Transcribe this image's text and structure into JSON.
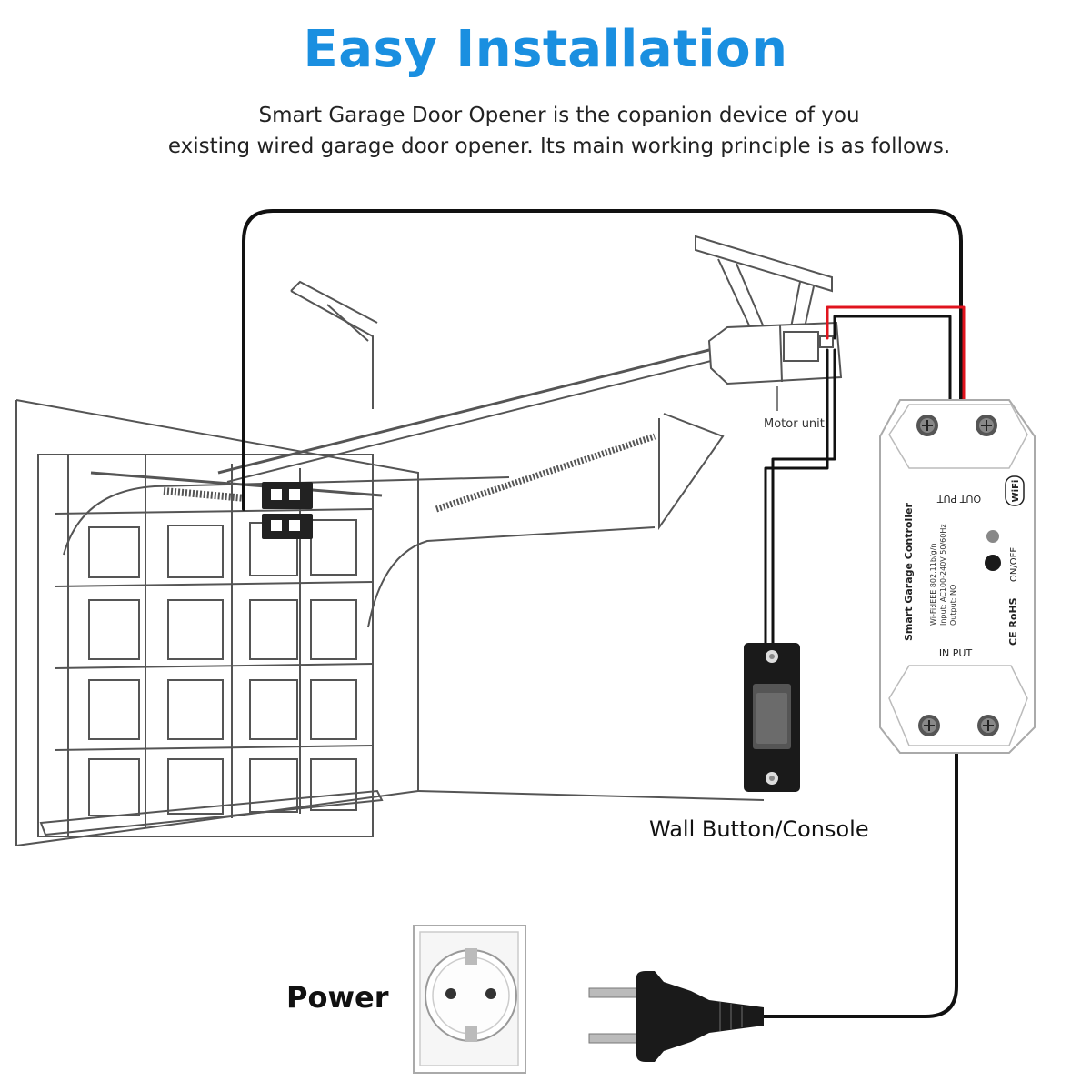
{
  "header": {
    "title": "Easy Installation",
    "subtitle_line1": "Smart Garage Door Opener is the copanion device of you",
    "subtitle_line2": "existing wired garage door opener. Its main working principle is as follows."
  },
  "labels": {
    "motor_unit": "Motor unit",
    "wall_button": "Wall Button/Console",
    "power": "Power"
  },
  "controller": {
    "name": "Smart Garage Controller",
    "spec_wifi": "Wi-Fi:IEEE 802.11b/g/n",
    "spec_input": "Input: AC100-240V 50/60Hz",
    "spec_output": "Output: NO",
    "output_port": "OUT PUT",
    "input_port": "IN PUT",
    "power_button": "ON/OFF",
    "wifi_badge": "WiFi",
    "cert": "CE RoHS"
  },
  "colors": {
    "title": "#1a8fe0",
    "wire_black": "#111111",
    "wire_red": "#e0141e",
    "line_art": "#555555"
  }
}
